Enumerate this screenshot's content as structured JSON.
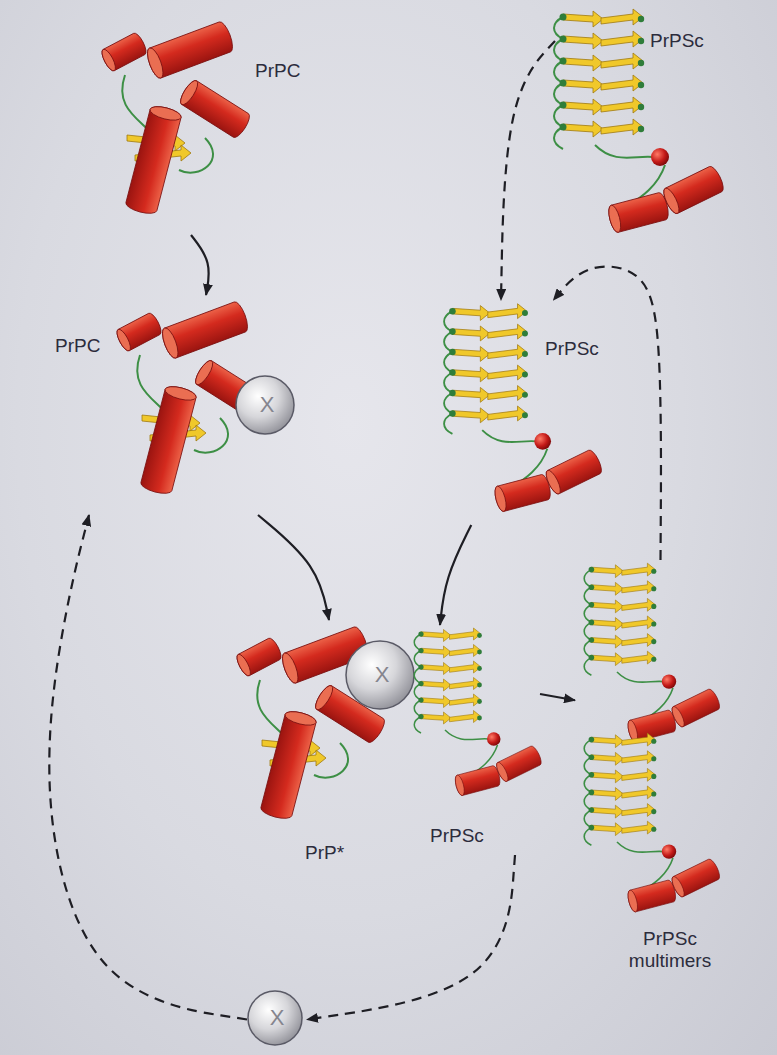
{
  "diagram": {
    "nodes": [
      {
        "text": [
          "PrPC"
        ]
      },
      {
        "text": [
          "PrPSc"
        ]
      },
      {
        "text": [
          "PrPC"
        ]
      },
      {
        "text": [
          "X"
        ],
        "in": 2
      },
      {
        "text": [
          "PrPSc"
        ]
      },
      {
        "text": [
          "PrP*"
        ]
      },
      {
        "text": [
          "X"
        ]
      },
      {
        "text": [
          "PrPSc"
        ]
      },
      {
        "text": [
          "PrPSc multimers"
        ]
      },
      {
        "text": [
          "X"
        ]
      }
    ],
    "edges": [
      {
        "from": 0,
        "to": 2,
        "arrow": "to"
      },
      {
        "from": 2,
        "to": 5,
        "arrow": "to"
      },
      {
        "from": 4,
        "to": 7,
        "arrow": "to"
      },
      {
        "from": 7,
        "to": 8,
        "arrow": "to"
      },
      {
        "from": 7,
        "to": 9,
        "arrow": "to"
      },
      {
        "from": 9,
        "to": 2,
        "arrow": "to"
      },
      {
        "from": 8,
        "to": 4,
        "arrow": "to"
      },
      {
        "from": 1,
        "to": 4,
        "arrow": "to"
      }
    ]
  }
}
